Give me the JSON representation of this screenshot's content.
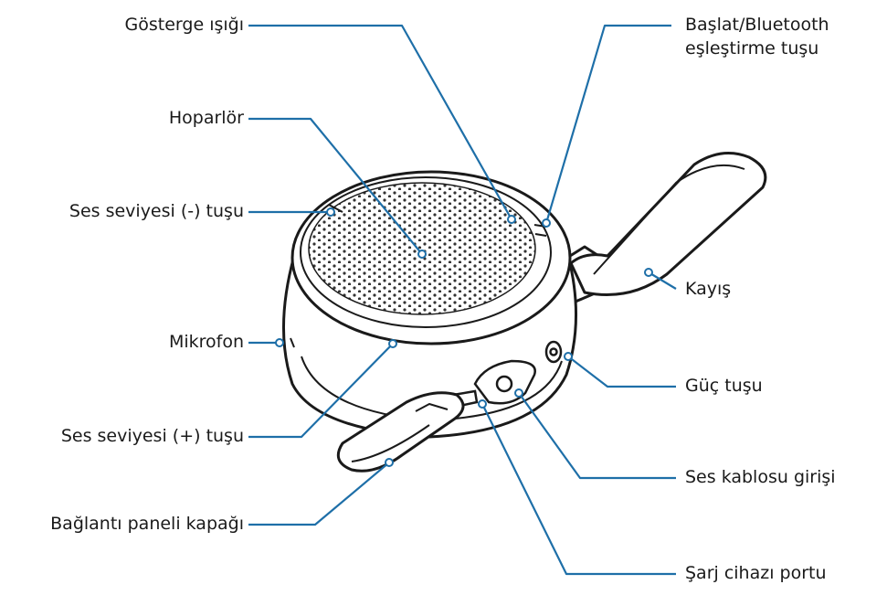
{
  "labels": {
    "indicator_light": "Gösterge ışığı",
    "speaker": "Hoparlör",
    "volume_down": "Ses seviyesi (-) tuşu",
    "microphone": "Mikrofon",
    "volume_up": "Ses seviyesi (+) tuşu",
    "connector_cover": "Bağlantı paneli kapağı",
    "start_bt_line1": "Başlat/Bluetooth",
    "start_bt_line2": "eşleştirme tuşu",
    "strap": "Kayış",
    "power": "Güç tuşu",
    "audio_jack": "Ses kablosu girişi",
    "charger_port": "Şarj cihazı portu"
  },
  "colors": {
    "leader": "#1e6fa8",
    "outline": "#1a1a1a",
    "text": "#1a1a1a"
  }
}
